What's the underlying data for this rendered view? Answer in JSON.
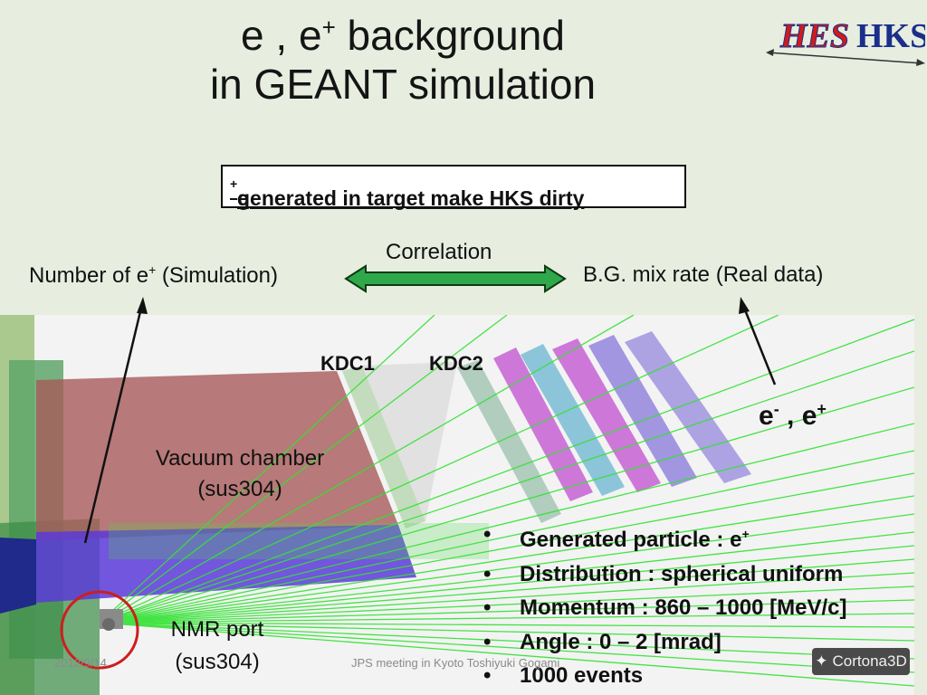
{
  "title": {
    "line1_prefix": "e , e",
    "line1_sup": "+",
    "line1_suffix": " background",
    "line2": "in GEANT simulation"
  },
  "logo": {
    "part1": "HES",
    "part2": "HKS"
  },
  "callout": {
    "prefix": "e",
    "sup": "+",
    "text": " generated in target make HKS dirty"
  },
  "correlation": {
    "label": "Correlation",
    "left_prefix": "Number of e",
    "left_sup": "+",
    "left_suffix": " (Simulation)",
    "right": "B.G. mix rate (Real data)",
    "arrow_color": "#2fa84a"
  },
  "simulation": {
    "kdc1": "KDC1",
    "kdc2": "KDC2",
    "chamber_line1": "Vacuum chamber",
    "chamber_line2": "(sus304)",
    "nmr_line1": "NMR port",
    "nmr_line2": "(sus304)",
    "particles_e": "e",
    "particles_e_sup": "-",
    "particles_sep": " , e",
    "particles_p_sup": "+",
    "track_color": "#33e233",
    "highlight_color": "#cc1f1f"
  },
  "params": [
    {
      "text": "Generated particle : e",
      "sup": "+"
    },
    {
      "text": "Distribution : spherical uniform",
      "sup": ""
    },
    {
      "text": "Momentum : 860 – 1000 [MeV/c]",
      "sup": ""
    },
    {
      "text": "Angle : 0 – 2 [mrad]",
      "sup": ""
    },
    {
      "text": "1000 events",
      "sup": ""
    }
  ],
  "footer": {
    "date": "2012/9/14",
    "meeting": "JPS meeting in Kyoto    Toshiyuki Gogami"
  },
  "watermark": {
    "label": "Cortona3D"
  }
}
